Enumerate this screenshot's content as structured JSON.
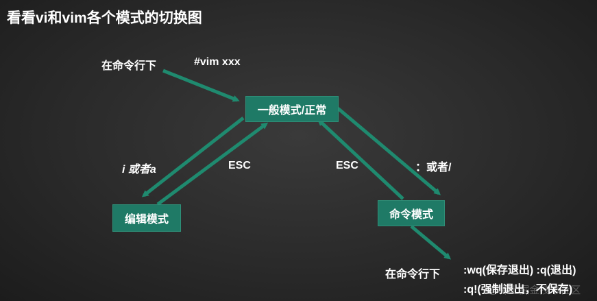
{
  "title": "看看vi和vim各个模式的切换图",
  "colors": {
    "background": "#2b2b2b",
    "box_fill": "#1f7a66",
    "arrow": "#1f8a6f",
    "text": "#ffffff"
  },
  "nodes": {
    "normal_mode": "一般模式/正常",
    "edit_mode": "编辑模式",
    "command_mode": "命令模式"
  },
  "labels": {
    "at_command_line_top": "在命令行下",
    "vim_command": "#vim  xxx",
    "i_or_a": "i 或者a",
    "esc_left": "ESC",
    "esc_right": "ESC",
    "colon_or_slash": "：或者/",
    "at_command_line_bottom": "在命令行下",
    "wq_q": ":wq(保存退出)  :q(退出)",
    "q_force": ":q!(强制退出，不保存)"
  },
  "watermark": "@稀土掘金技术社区"
}
